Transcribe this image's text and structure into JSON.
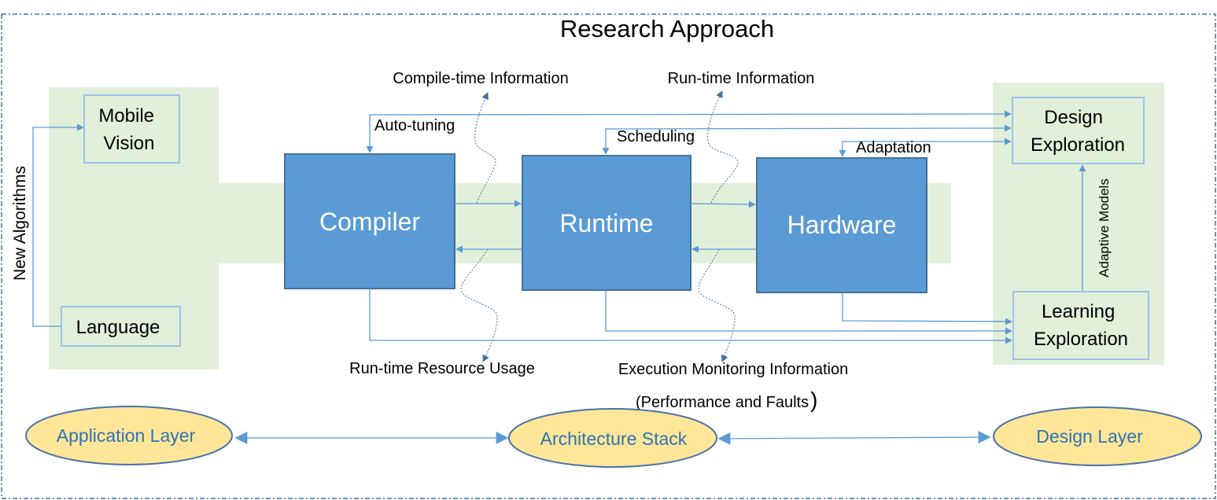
{
  "title": "Research Approach",
  "left_panel": {
    "side_label": "New Algorithms",
    "box_mobile": "Mobile Vision",
    "box_language": "Language"
  },
  "stack": {
    "compiler": "Compiler",
    "runtime": "Runtime",
    "hardware": "Hardware"
  },
  "right_panel": {
    "box_design": "Design Exploration",
    "box_learning": "Learning Exploration",
    "side_label": "Adaptive Models"
  },
  "labels": {
    "compile_time_info": "Compile-time Information",
    "run_time_info": "Run-time Information",
    "auto_tuning": "Auto-tuning",
    "scheduling": "Scheduling",
    "adaptation": "Adaptation",
    "run_time_resource_usage": "Run-time Resource Usage",
    "exec_monitoring": "Execution Monitoring Information",
    "perf_faults_open": "(Performance and Faults",
    "perf_faults_close": ")"
  },
  "layers": {
    "application": "Application Layer",
    "architecture": "Architecture Stack",
    "design": "Design Layer"
  },
  "colors": {
    "block_fill": "#5b9bd5",
    "block_stroke": "#41719c",
    "panel_fill": "#e2efda",
    "box_stroke": "#9dc3e6",
    "arrow": "#5b9bd5",
    "ellipse_fill": "#ffe699",
    "ellipse_stroke": "#4a72a8",
    "layer_text": "#2e74b5",
    "border": "#41719c",
    "text": "#000000"
  }
}
